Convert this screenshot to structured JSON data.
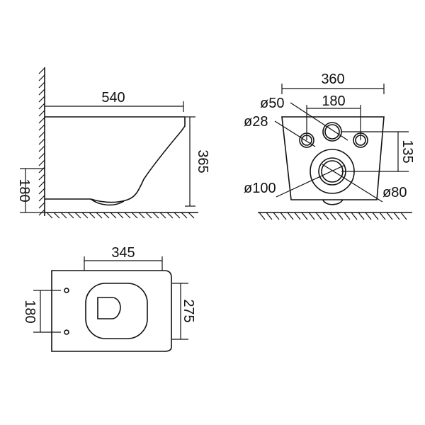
{
  "diagram": {
    "subject": "wall-hung toilet dimensional drawing",
    "views": {
      "side": {
        "length": "540",
        "height": "365",
        "outlet_height": "180"
      },
      "front": {
        "width": "360",
        "bolt_spacing": "180",
        "inlet_diameter": "ø50",
        "bolt_hole_diameter": "ø28",
        "outlet_outer_diameter": "ø100",
        "outlet_inner_diameter": "ø80",
        "inlet_to_outlet": "135"
      },
      "top": {
        "seat_length": "345",
        "seat_hinge_spacing": "180",
        "seat_width": "275"
      }
    },
    "line_color": "#111111",
    "background": "#ffffff"
  }
}
